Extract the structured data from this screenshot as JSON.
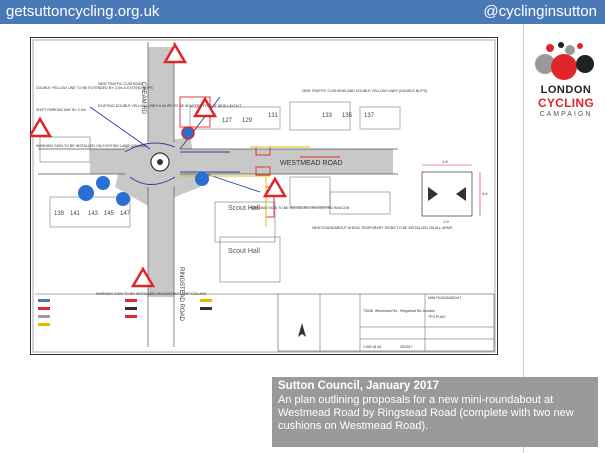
{
  "header": {
    "left_text": "getsuttoncycling.org.uk",
    "right_text": "@cyclinginsutton"
  },
  "logo": {
    "line1": "LONDON",
    "line2": "CYCLING",
    "line3": "CAMPAIGN"
  },
  "plan": {
    "road_westmead": "WESTMEAD ROAD",
    "road_ringstead": "RINGSTEAD ROAD",
    "road_cheam_top": "CHEAM RD",
    "scout_hall_1": "Scout Hall",
    "scout_hall_2": "Scout Hall",
    "houses": [
      "127",
      "129",
      "131",
      "133",
      "135",
      "137",
      "139",
      "141",
      "143",
      "145",
      "147"
    ],
    "notes": [
      "DOUBLE YELLOW LINE TO BE EXTENDED BY 2.5m & EXTEND BLIPS",
      "SHIFT PARKING BAY BY 2.5m",
      "WARNING SIGN TO BE INSTALLED ON EXISTING LAMP COLUMN",
      "NEW TRAFFIC CUSHIONS",
      "EXISTING DOUBLE YELLOW LINES & BLIPS TO BE ADAPTED TO SUIT NEW LAYOUT",
      "NEW TRAFFIC CUSHIONS AND DOUBLE YELLOW LINES (DOUBLE BLIPS)",
      "WARNING SIGN TO BE INSTALLED ON EXISTING BEACON",
      "NEW ROUNDABOUT AHEAD TEMPORARY SIGNS TO BE INSTALLED ON ALL ARMS",
      "WARNING SIGN TO BE INSTALLED ON EXISTING LAMP COLUMN"
    ],
    "title_block": {
      "scheme": "T3036, Westmead Rd - Ringstead Rd Junction",
      "drawing": "MINI ROUNDABOUT",
      "sheet": "TPS PLAN",
      "scale": "1:500 @ A3",
      "date": "25/2017"
    },
    "detail_dims": [
      "1.8",
      "3.6",
      "1.9"
    ]
  },
  "caption": {
    "title": "Sutton Council, January 2017",
    "body": "An plan outlining proposals for a new mini-roundabout at Westmead Road  by Ringstead Road (complete with two new cushions on Westmead Road)."
  },
  "colors": {
    "topbar": "#4a79b8",
    "caption_bg": "#9a9a9a",
    "logo_red": "#e0262b"
  }
}
